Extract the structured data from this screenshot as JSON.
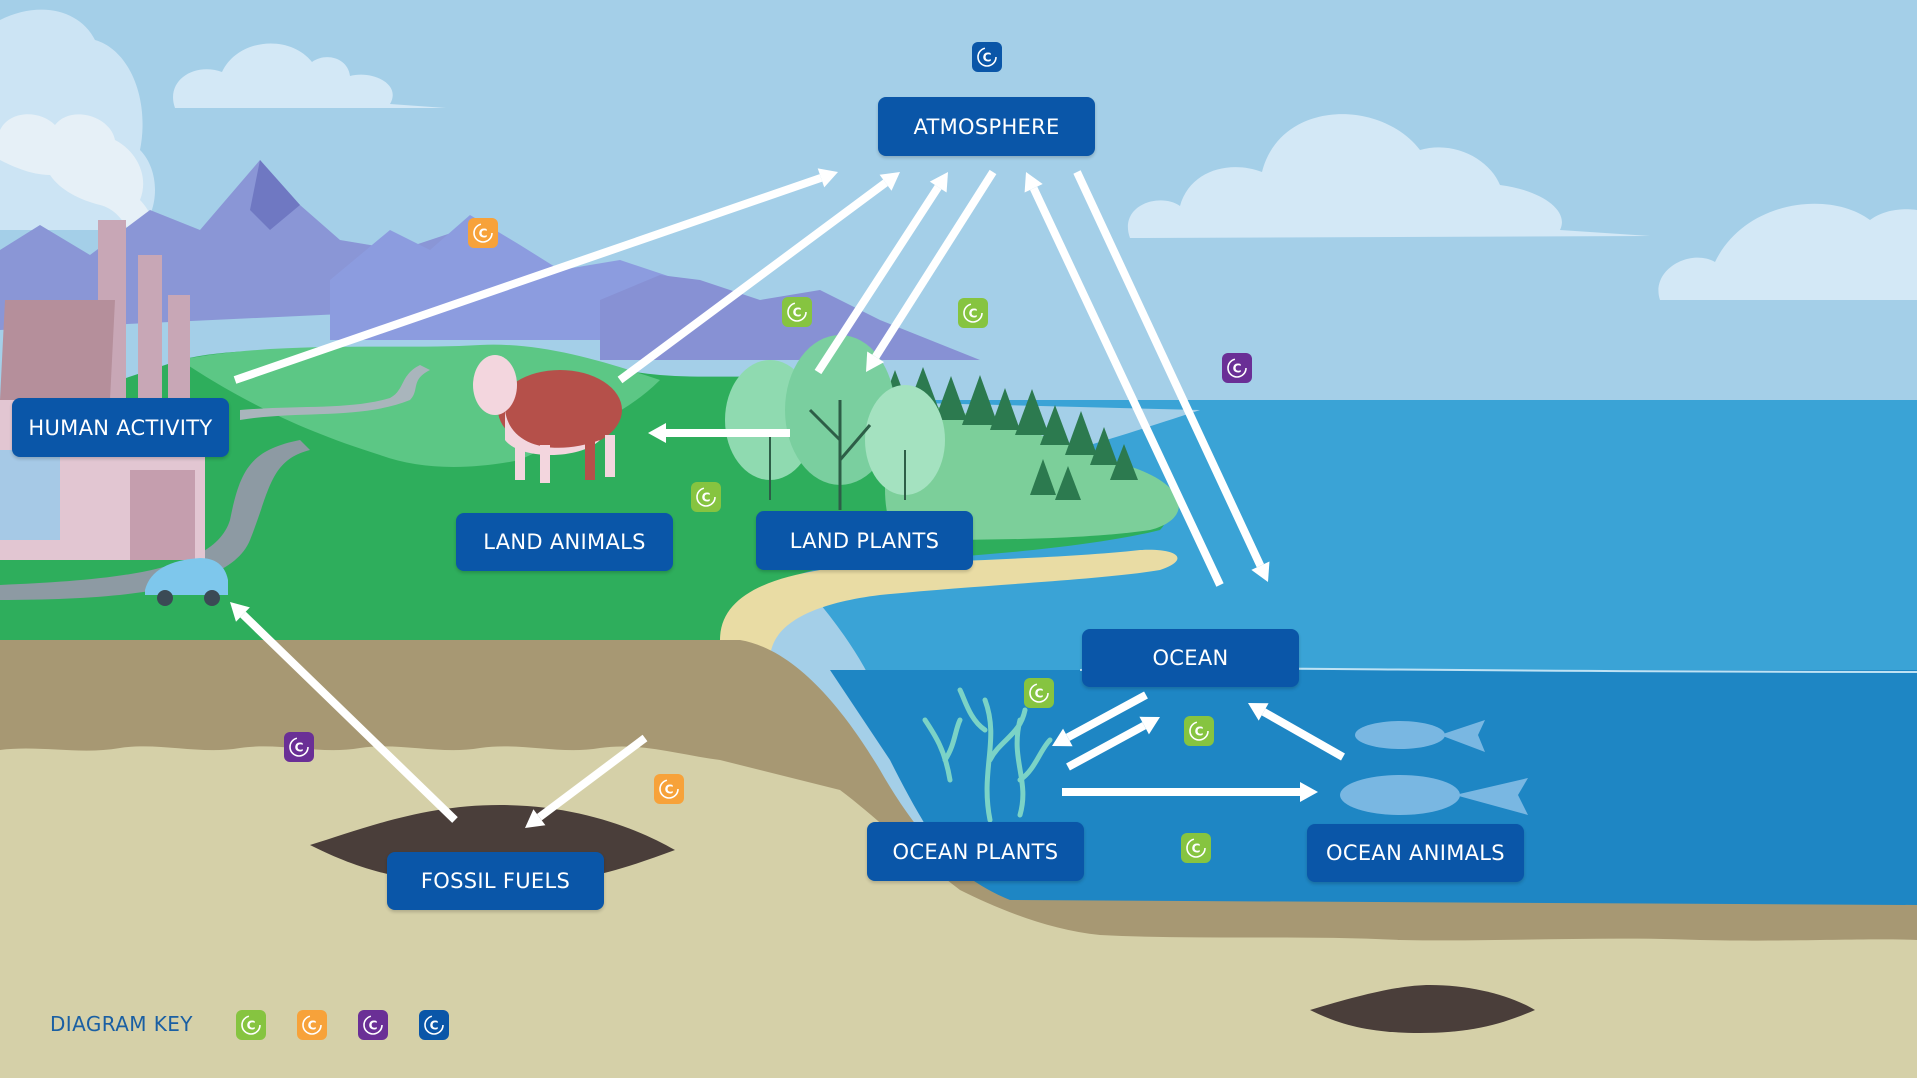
{
  "nodes": {
    "atmosphere": "ATMOSPHERE",
    "human_activity": "HUMAN ACTIVITY",
    "land_animals": "LAND ANIMALS",
    "land_plants": "LAND PLANTS",
    "ocean": "OCEAN",
    "fossil_fuels": "FOSSIL FUELS",
    "ocean_plants": "OCEAN PLANTS",
    "ocean_animals": "OCEAN ANIMALS"
  },
  "key": {
    "label": "DIAGRAM KEY",
    "badge_glyph": "C",
    "colors": {
      "green": "#86c440",
      "orange": "#f7a23a",
      "purple": "#6a2f96",
      "blue": "#0a56a8"
    }
  },
  "colors": {
    "sky": "#a4cfe8",
    "node_fill": "#0a56a8",
    "node_text": "#ffffff",
    "ocean": "#3aa3d6",
    "ocean_deep": "#1e86c4",
    "grass": "#2eae5c",
    "soil": "#a79873",
    "sand_layer": "#d5d0a8",
    "arrow": "#ffffff"
  }
}
